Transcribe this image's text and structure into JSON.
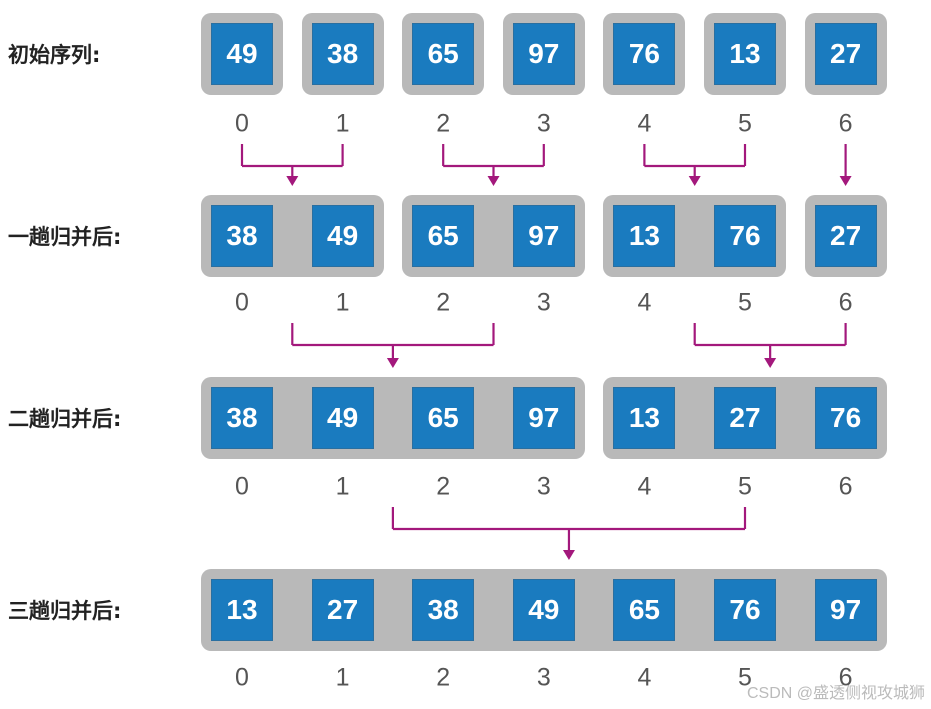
{
  "rows": [
    {
      "label": "初始序列:",
      "groups": [
        [
          49
        ],
        [
          38
        ],
        [
          65
        ],
        [
          97
        ],
        [
          76
        ],
        [
          13
        ],
        [
          27
        ]
      ]
    },
    {
      "label": "一趟归并后:",
      "groups": [
        [
          38,
          49
        ],
        [
          65,
          97
        ],
        [
          13,
          76
        ],
        [
          27
        ]
      ]
    },
    {
      "label": "二趟归并后:",
      "groups": [
        [
          38,
          49,
          65,
          97
        ],
        [
          13,
          27,
          76
        ]
      ]
    },
    {
      "label": "三趟归并后:",
      "groups": [
        [
          13,
          27,
          38,
          49,
          65,
          76,
          97
        ]
      ]
    }
  ],
  "indices": [
    "0",
    "1",
    "2",
    "3",
    "4",
    "5",
    "6"
  ],
  "colors": {
    "cell": "#1a7bbf",
    "group": "#b9b9b9",
    "arrow": "#a3187c",
    "index": "#555555"
  },
  "watermark": "CSDN @盛透侧视攻城狮"
}
